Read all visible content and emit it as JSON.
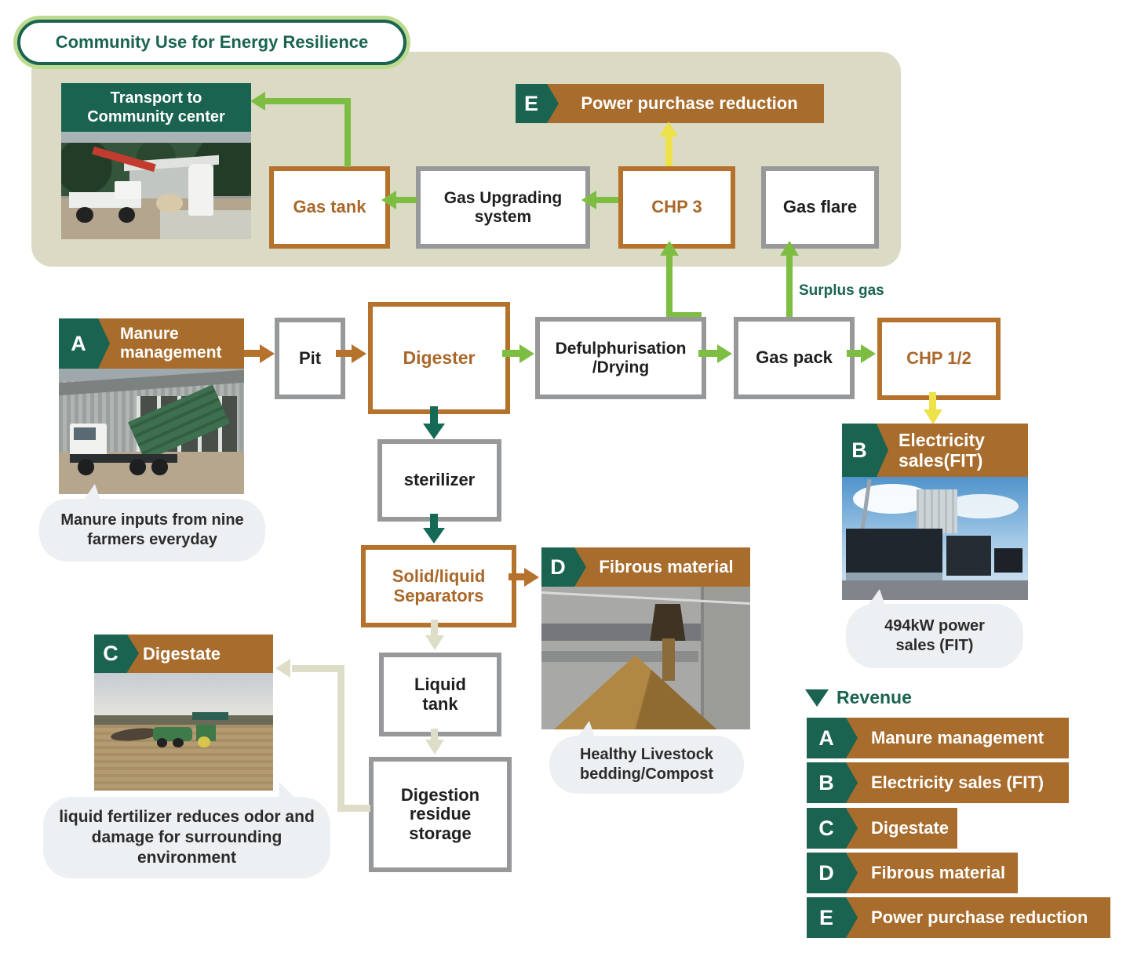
{
  "pill": {
    "label": "Community Use for Energy Resilience"
  },
  "panel": {
    "transport_header": "Transport to Community center",
    "gas_tank": "Gas tank",
    "gas_upgrading": "Gas Upgrading system",
    "chp3": "CHP 3",
    "gas_flare": "Gas flare",
    "banner_e": {
      "letter": "E",
      "label": "Power purchase reduction"
    }
  },
  "flow": {
    "banner_a": {
      "letter": "A",
      "label": "Manure management"
    },
    "pit": "Pit",
    "digester": "Digester",
    "defulphurisation": "Defulphurisation /Drying",
    "gas_pack": "Gas pack",
    "chp12": "CHP 1/2",
    "surplus_gas": "Surplus gas",
    "banner_b": {
      "letter": "B",
      "label": "Electricity sales(FIT)"
    },
    "sterilizer": "sterilizer",
    "separators": "Solid/liquid Separators",
    "banner_d": {
      "letter": "D",
      "label": "Fibrous material"
    },
    "liquid_tank": "Liquid tank",
    "digestion_storage": "Digestion residue storage",
    "banner_c": {
      "letter": "C",
      "label": "Digestate"
    }
  },
  "bubbles": {
    "manure_inputs": "Manure inputs from nine farmers everyday",
    "power_sales": "494kW power sales (FIT)",
    "livestock_bedding": "Healthy Livestock bedding/Compost",
    "liquid_fertilizer": "liquid fertilizer reduces odor and damage for surrounding environment"
  },
  "legend": {
    "title": "Revenue",
    "items": [
      {
        "letter": "A",
        "label": "Manure management"
      },
      {
        "letter": "B",
        "label": "Electricity sales (FIT)"
      },
      {
        "letter": "C",
        "label": "Digestate"
      },
      {
        "letter": "D",
        "label": "Fibrous material"
      },
      {
        "letter": "E",
        "label": "Power purchase reduction"
      }
    ]
  },
  "colors": {
    "dark_green": "#1A6350",
    "banner_brown": "#A86C2C",
    "box_border_brown": "#B4722C",
    "box_border_gray": "#97989A",
    "arrow_green": "#7DBE42",
    "arrow_yellow": "#EEE24B",
    "arrow_teal": "#146A56",
    "arrow_cream": "#DEDEC8",
    "panel_bg": "#DBDAC5",
    "bubble_bg": "#ECF0F3",
    "pill_ring": "#BCDB8E"
  }
}
